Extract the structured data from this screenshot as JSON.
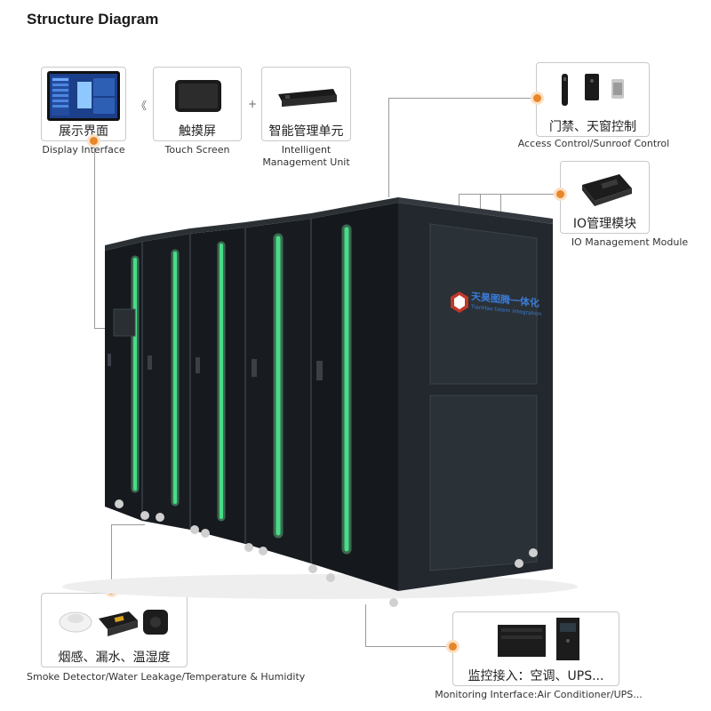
{
  "title": "Structure Diagram",
  "display": {
    "zh": "展示界面",
    "en": "Display Interface"
  },
  "separator1": "《",
  "touch": {
    "zh": "触摸屏",
    "en": "Touch Screen"
  },
  "separator2": "+",
  "imu": {
    "zh": "智能管理单元",
    "en_line1": "Intelligent",
    "en_line2": "Management Unit"
  },
  "access": {
    "zh": "门禁、天窗控制",
    "en": "Access Control/Sunroof Control"
  },
  "io": {
    "zh": "IO管理模块",
    "en": "IO Management Module"
  },
  "sensors": {
    "zh": "烟感、漏水、温湿度",
    "en": "Smoke Detector/Water Leakage/Temperature & Humidity"
  },
  "monitor": {
    "zh": "监控接入：空调、UPS...",
    "en": "Monitoring Interface:Air Conditioner/UPS..."
  },
  "logo": {
    "cn": "天昊图腾一体化",
    "en": "TianHao totem integration"
  },
  "colors": {
    "accent": "#e8862a",
    "led": "#2fe07a",
    "cabinet": "#1c2024"
  }
}
